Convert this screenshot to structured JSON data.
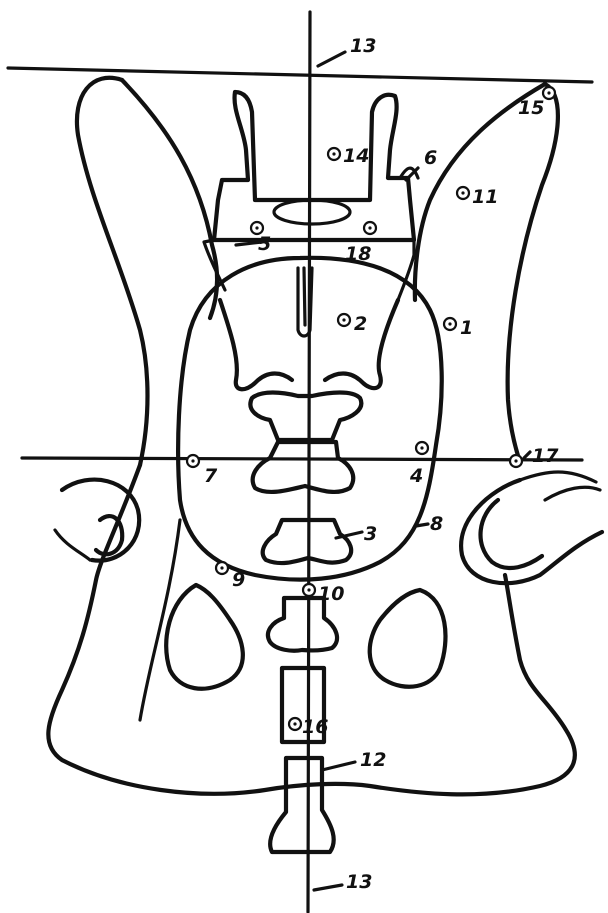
{
  "diagram": {
    "labels": {
      "l1": "1",
      "l2": "2",
      "l3": "3",
      "l4": "4",
      "l5": "5",
      "l6": "6",
      "l7": "7",
      "l8": "8",
      "l9": "9",
      "l10": "10",
      "l11": "11",
      "l12": "12",
      "l13_top": "13",
      "l13_bottom": "13",
      "l14": "14",
      "l15": "15",
      "l16": "16",
      "l17": "17",
      "l18": "18"
    }
  }
}
